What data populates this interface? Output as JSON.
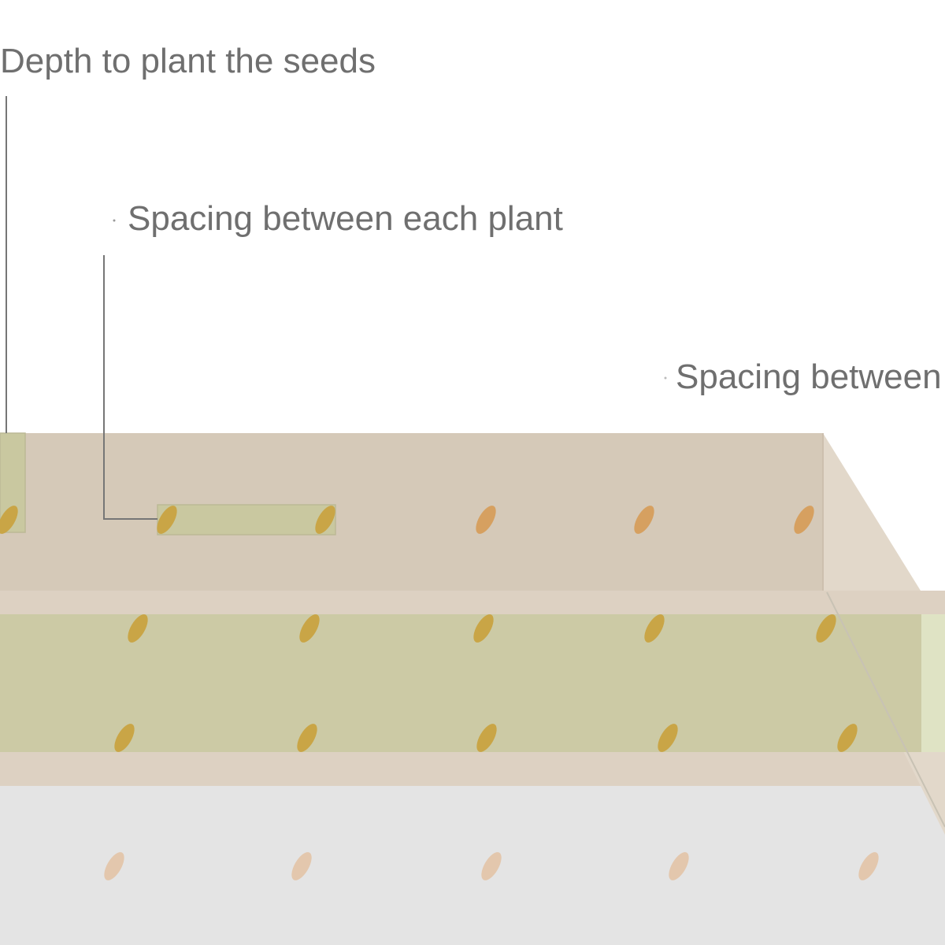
{
  "labels": {
    "depth": "Depth to plant the seeds",
    "plant_spacing": "Spacing between each plant",
    "row_spacing": "Spacing between"
  },
  "colors": {
    "background": "#ffffff",
    "soil_raised": "#d5c9b8",
    "soil_edge": "#ddd1c2",
    "planted_band": "#cccaa5",
    "measure_box": "#c9c8a0",
    "ground_light": "#e4e4e4",
    "seed_orange": "#d6a060",
    "seed_olive": "#c9a546",
    "seed_faded": "#e3c7ad",
    "text": "#6f6f6f",
    "leader_line": "#767676"
  }
}
